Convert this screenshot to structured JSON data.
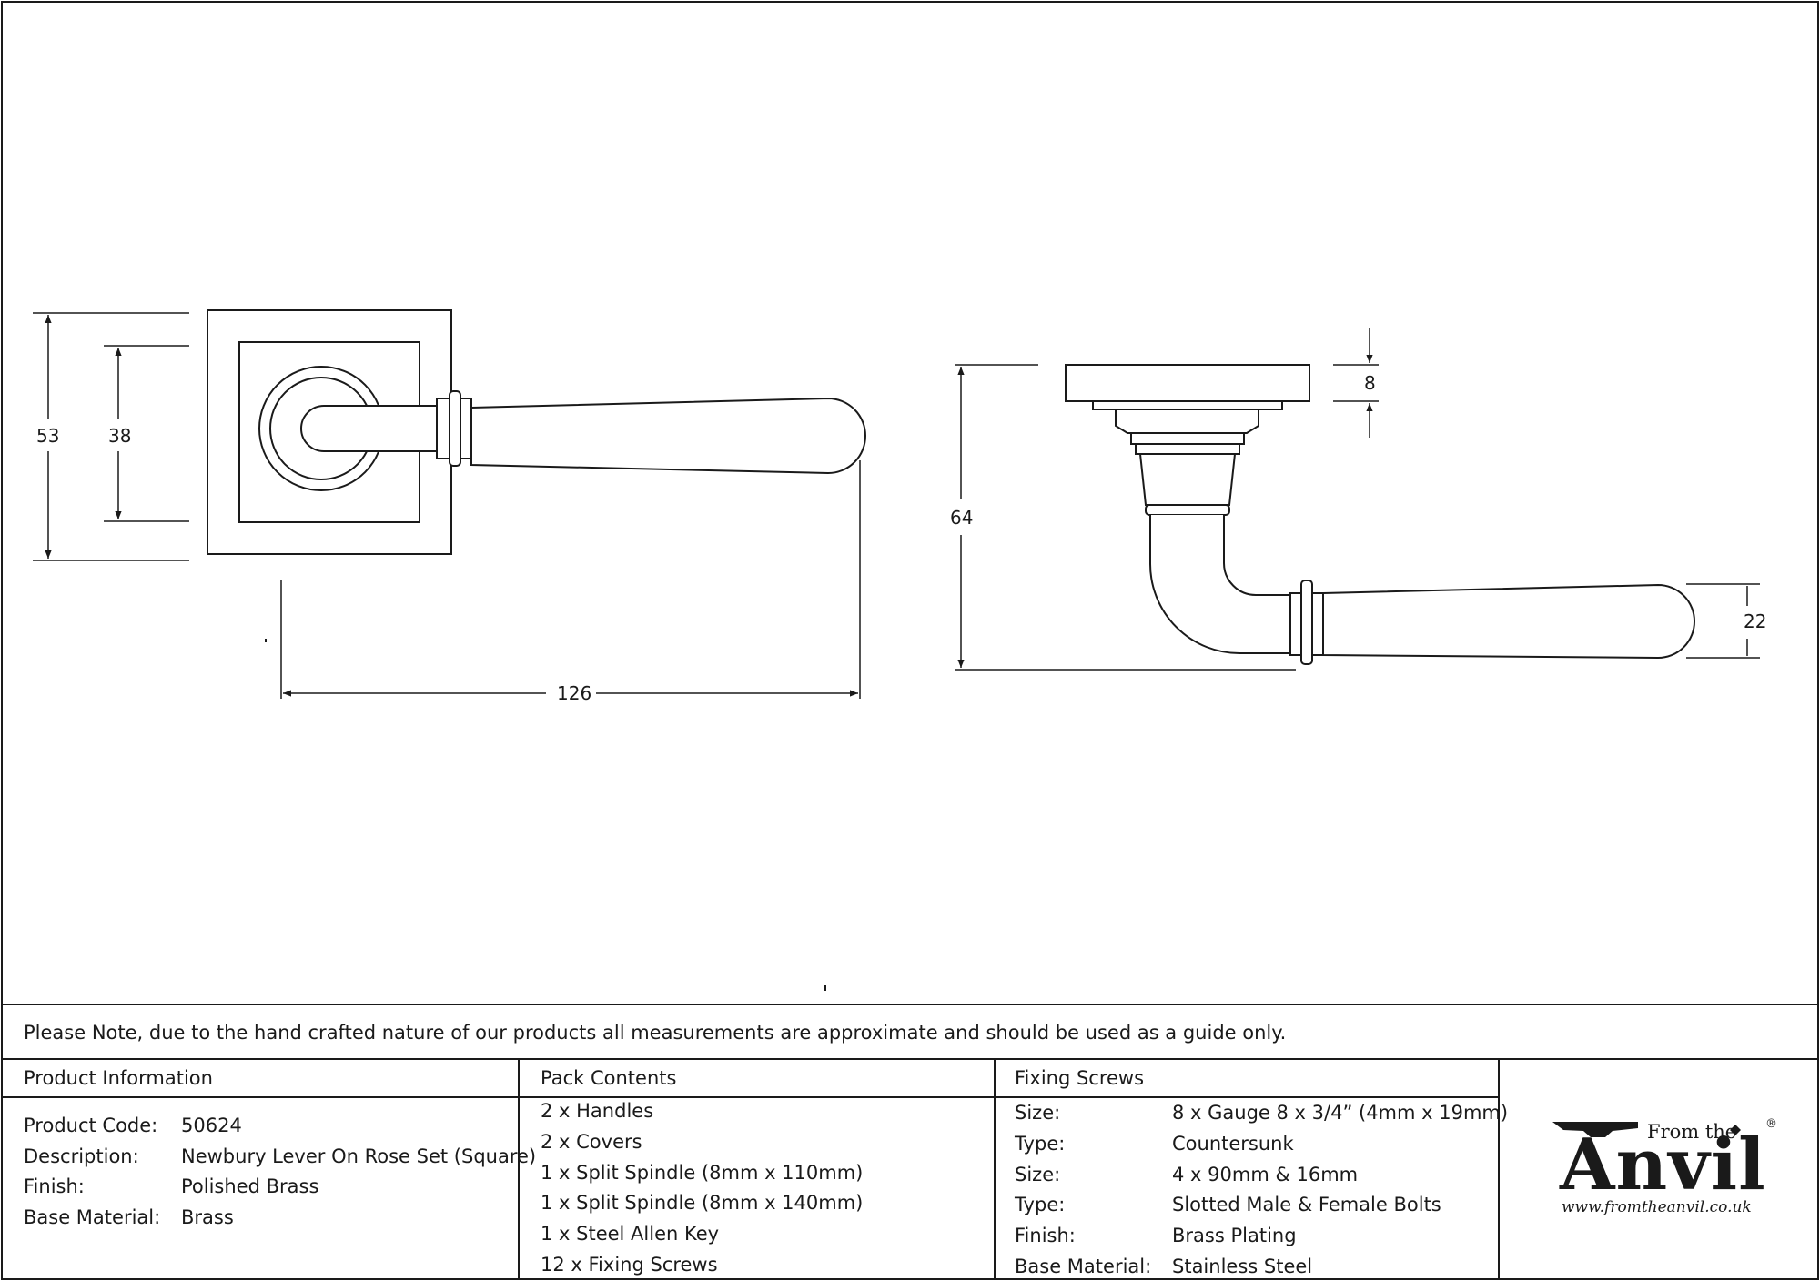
{
  "dimensions": {
    "rose_outer": "53",
    "rose_inner": "38",
    "lever_length": "126",
    "projection": "64",
    "rose_thickness": "8",
    "grip_height": "22"
  },
  "note": "Please Note, due to the hand crafted nature of our products all measurements are approximate and should be used as a guide only.",
  "product_info": {
    "header": "Product Information",
    "rows": [
      {
        "label": "Product Code:",
        "value": "50624"
      },
      {
        "label": "Description:",
        "value": "Newbury Lever On Rose Set (Square)"
      },
      {
        "label": "Finish:",
        "value": "Polished Brass"
      },
      {
        "label": "Base Material:",
        "value": "Brass"
      }
    ]
  },
  "pack_contents": {
    "header": "Pack Contents",
    "items": [
      "2 x Handles",
      "2 x Covers",
      "1 x Split Spindle (8mm x 110mm)",
      "1 x Split Spindle (8mm x 140mm)",
      "1 x Steel Allen Key",
      "12 x Fixing Screws"
    ]
  },
  "fixing_screws": {
    "header": "Fixing Screws",
    "rows": [
      {
        "label": "Size:",
        "value": "8 x Gauge 8 x 3/4” (4mm x 19mm)"
      },
      {
        "label": "Type:",
        "value": "Countersunk"
      },
      {
        "label": "Size:",
        "value": "4 x 90mm & 16mm"
      },
      {
        "label": "Type:",
        "value": "Slotted Male & Female Bolts"
      },
      {
        "label": "Finish:",
        "value": "Brass Plating"
      },
      {
        "label": "Base Material:",
        "value": "Stainless Steel"
      }
    ]
  },
  "logo": {
    "from_the": "From the",
    "brand": "Anvil",
    "registered": "®",
    "url": "www.fromtheanvil.co.uk"
  },
  "colors": {
    "line": "#1a1a1a",
    "background": "#ffffff"
  }
}
